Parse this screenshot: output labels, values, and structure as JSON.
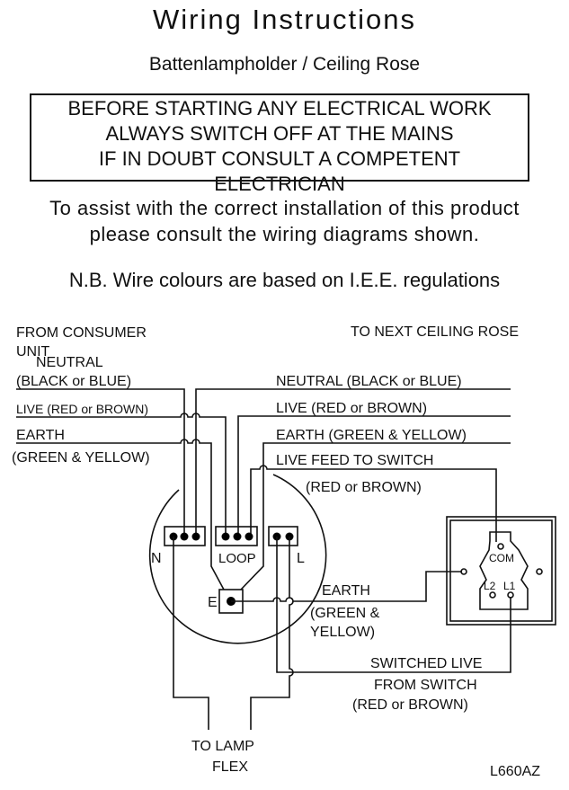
{
  "header": {
    "title": "Wiring Instructions",
    "subtitle": "Battenlampholder / Ceiling Rose"
  },
  "warning": {
    "line1": "BEFORE STARTING ANY ELECTRICAL WORK",
    "line2": "ALWAYS SWITCH OFF AT THE MAINS",
    "line3": "IF IN DOUBT CONSULT A COMPETENT ELECTRICIAN"
  },
  "intro": {
    "line1": "To assist with the correct installation of this product",
    "line2": "please consult the wiring diagrams shown.",
    "note": "N.B. Wire colours are based on I.E.E. regulations"
  },
  "diagram": {
    "left": {
      "from1": "FROM CONSUMER",
      "from2": "UNIT",
      "neutral": "NEUTRAL",
      "neutral_colour": "(BLACK or BLUE)",
      "live": "LIVE (RED or BROWN)",
      "earth": "EARTH",
      "earth_colour": "(GREEN & YELLOW)"
    },
    "right": {
      "to_next": "TO NEXT CEILING ROSE",
      "neutral": "NEUTRAL (BLACK or BLUE)",
      "live": "LIVE (RED or BROWN)",
      "earth": "EARTH (GREEN & YELLOW)",
      "feed": "LIVE FEED TO SWITCH",
      "feed_colour": "(RED or BROWN)"
    },
    "rose": {
      "n": "N",
      "loop": "LOOP",
      "l": "L",
      "e": "E"
    },
    "switch_earth": {
      "l1": "EARTH",
      "l2": "(GREEN &",
      "l3": "YELLOW)"
    },
    "switch": {
      "com": "COM",
      "l2": "L2",
      "l1": "L1"
    },
    "switched_live": {
      "l1": "SWITCHED LIVE",
      "l2": "FROM SWITCH",
      "l3": "(RED or BROWN)"
    },
    "lamp": {
      "l1": "TO LAMP",
      "l2": "FLEX"
    },
    "code": "L660AZ"
  }
}
